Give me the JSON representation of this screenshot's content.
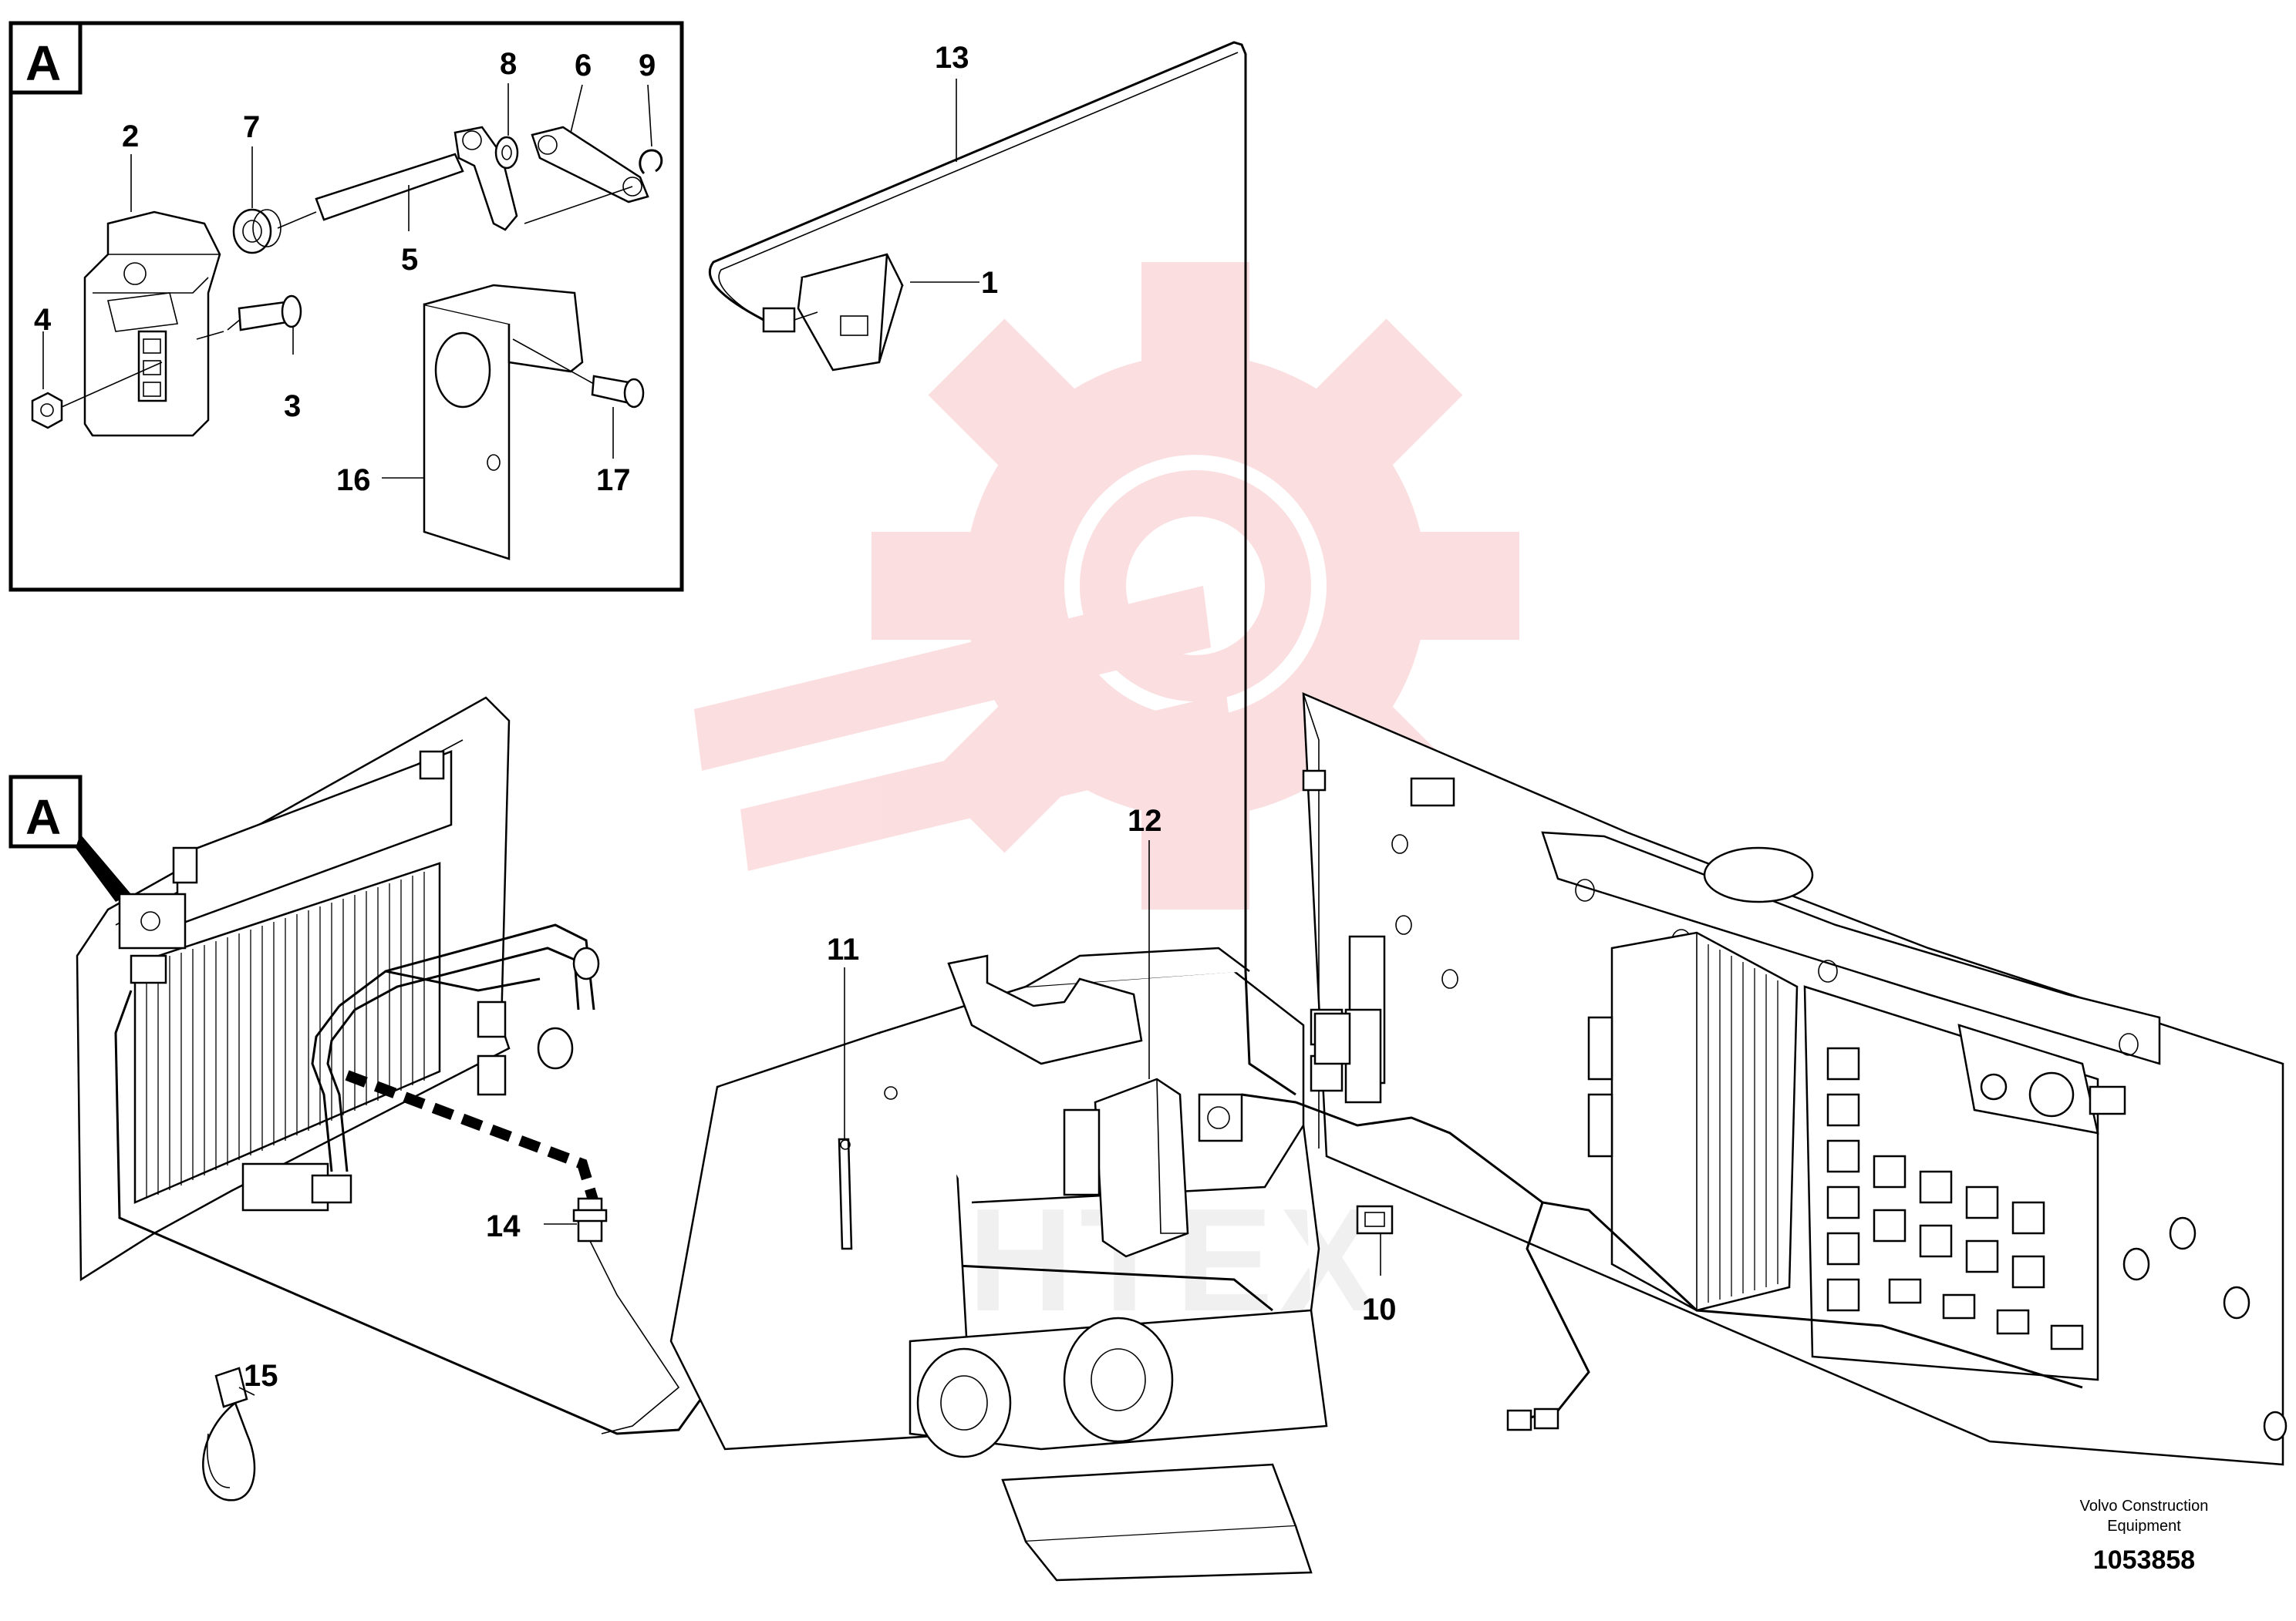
{
  "inset": {
    "ref_letter": "A"
  },
  "main": {
    "ref_letter": "A"
  },
  "callouts": {
    "c1": "1",
    "c2": "2",
    "c3": "3",
    "c4": "4",
    "c5": "5",
    "c6": "6",
    "c7": "7",
    "c8": "8",
    "c9": "9",
    "c10": "10",
    "c11": "11",
    "c12": "12",
    "c13": "13",
    "c14": "14",
    "c15": "15",
    "c16": "16",
    "c17": "17"
  },
  "footer": {
    "line1": "Volvo Construction",
    "line2": "Equipment",
    "drawing_number": "1053858"
  },
  "watermark": {
    "text": "XHTEX",
    "color": "#e8202a"
  }
}
